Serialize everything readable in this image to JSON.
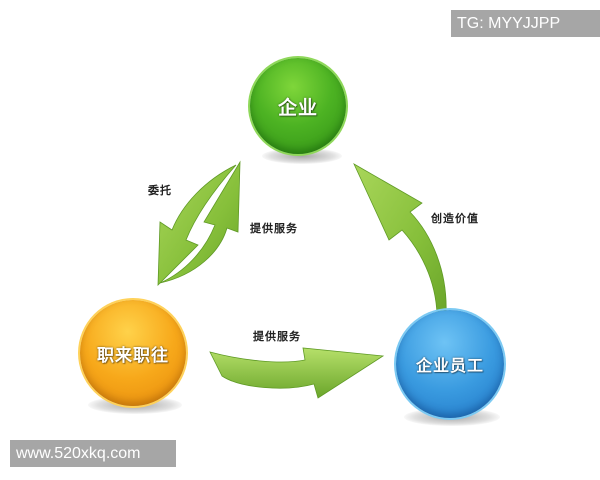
{
  "diagram": {
    "type": "cycle",
    "nodes": [
      {
        "id": "enterprise",
        "label": "企业",
        "color": "#4db323"
      },
      {
        "id": "staffing",
        "label": "职来职往",
        "color": "#f7a81a"
      },
      {
        "id": "employees",
        "label": "企业员工",
        "color": "#3a9be0"
      }
    ],
    "edges": [
      {
        "from": "enterprise",
        "to": "staffing",
        "label": "委托"
      },
      {
        "from": "staffing",
        "to": "enterprise",
        "label": "提供服务"
      },
      {
        "from": "staffing",
        "to": "employees",
        "label": "提供服务"
      },
      {
        "from": "employees",
        "to": "enterprise",
        "label": "创造价值"
      }
    ],
    "arrow_color": "#8dc63f"
  },
  "watermarks": {
    "top_right": "TG: MYYJJPP",
    "bottom_left": "www.520xkq.com"
  }
}
